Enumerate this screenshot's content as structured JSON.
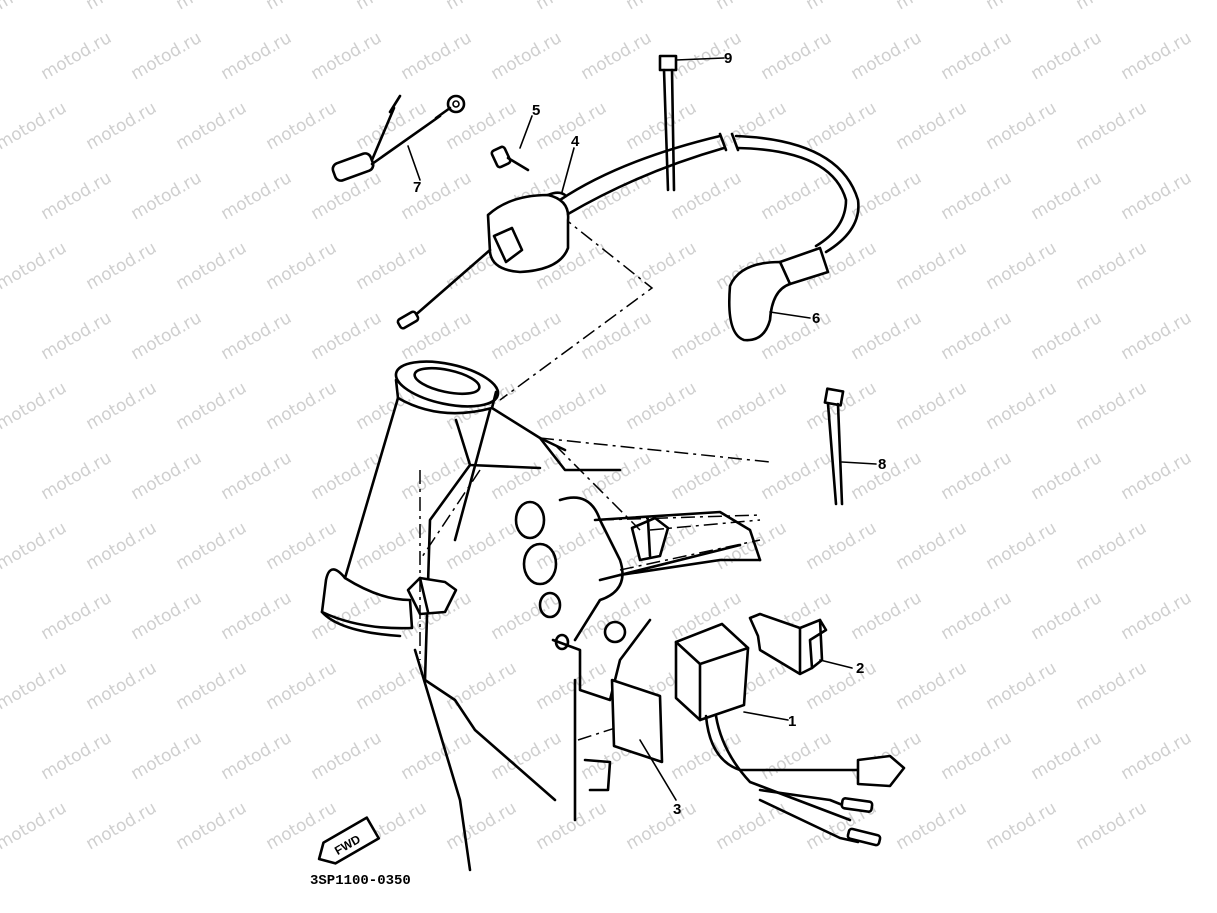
{
  "watermark": {
    "text": "motod.ru",
    "color": "#cfcfcf"
  },
  "diagram": {
    "part_code": "3SP1100-0350",
    "fwd_label": "FWD",
    "callouts": [
      {
        "id": "1",
        "label": "1",
        "part": "cdi-unit"
      },
      {
        "id": "2",
        "label": "2",
        "part": "bracket"
      },
      {
        "id": "3",
        "label": "3",
        "part": "pad"
      },
      {
        "id": "4",
        "label": "4",
        "part": "ignition-coil"
      },
      {
        "id": "5",
        "label": "5",
        "part": "bolt"
      },
      {
        "id": "6",
        "label": "6",
        "part": "spark-plug-cap"
      },
      {
        "id": "7",
        "label": "7",
        "part": "lead-wire"
      },
      {
        "id": "8",
        "label": "8",
        "part": "cable-tie"
      },
      {
        "id": "9",
        "label": "9",
        "part": "cable-tie"
      }
    ]
  }
}
